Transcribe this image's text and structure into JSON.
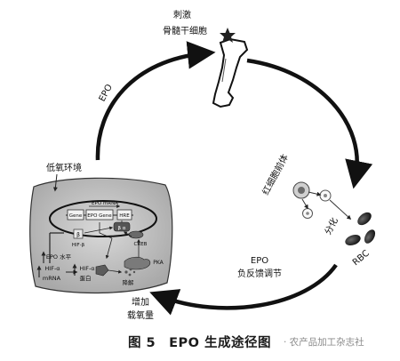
{
  "diagram": {
    "stimulate_label": "刺激",
    "bone_marrow_label": "骨髓干细胞",
    "epo_arrow_label": "EPO",
    "erythroid_label": "红细胞前体",
    "differentiation_label": "分化",
    "rbc_label": "RBC",
    "feedback_label_1": "EPO",
    "feedback_label_2": "负反馈调节",
    "increase_label_1": "增加",
    "increase_label_2": "载氧量",
    "hypoxia_label": "低氧环境",
    "cell": {
      "epo_mrna": "EPO mRNA",
      "gene_label": "Gene",
      "epo_gene": "EPO Gene",
      "hre": "HRE",
      "complex": "β α",
      "hif_beta_box": "β",
      "hif_beta": "HIF-β",
      "creb": "CREB",
      "pka": "PKA",
      "epo_level": "EPO 水平",
      "hif_alpha_mrna_1": "HIF-α",
      "hif_alpha_mrna_2": "mRNA",
      "hif_alpha_protein_1": "HIF-α",
      "hif_alpha_protein_2": "蛋白",
      "degradation": "降解"
    }
  },
  "caption": {
    "title": "图 5　EPO 生成途径图",
    "watermark": "· 农产品加工杂志社"
  }
}
